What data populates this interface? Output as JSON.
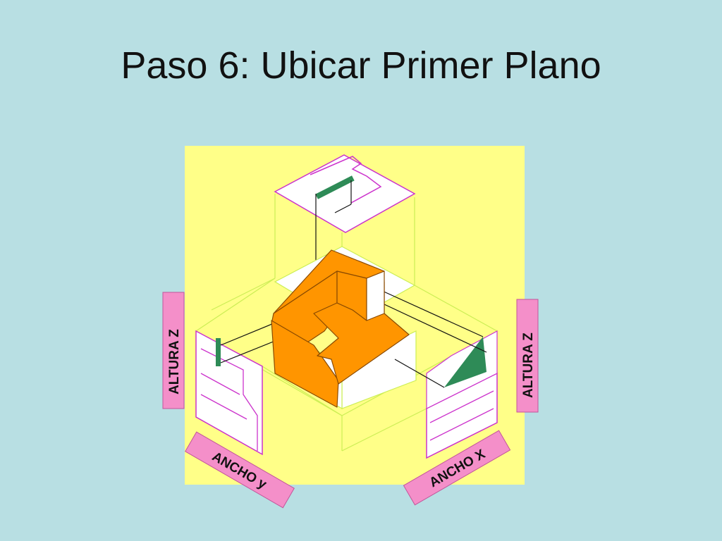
{
  "slide": {
    "title": "Paso 6: Ubicar Primer Plano"
  },
  "labels": {
    "altura_left": "ALTURA Z",
    "altura_right": "ALTURA Z",
    "ancho_y": "ANCHO y",
    "ancho_x": "ANCHO X"
  },
  "colors": {
    "background": "#b8dfe3",
    "panel": "#ffff88",
    "label_box": "#f48fc9",
    "solid": "#ff9500",
    "projection": "#2e8b57",
    "outline_magenta": "#cc33cc",
    "construction": "#ccee55"
  }
}
